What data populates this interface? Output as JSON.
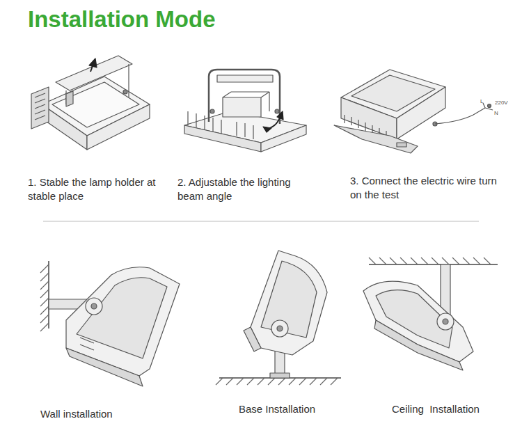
{
  "diagram": {
    "title": "Installation Mode",
    "labels": [
      "1. Stable the lamp holder at stable place",
      "2. Adjustable the lighting beam angle",
      "3. Connect the electric wire turn on the test",
      "L",
      "220V",
      "N",
      "Wall installation",
      "Base Installation",
      "Ceiling  Installation"
    ]
  }
}
